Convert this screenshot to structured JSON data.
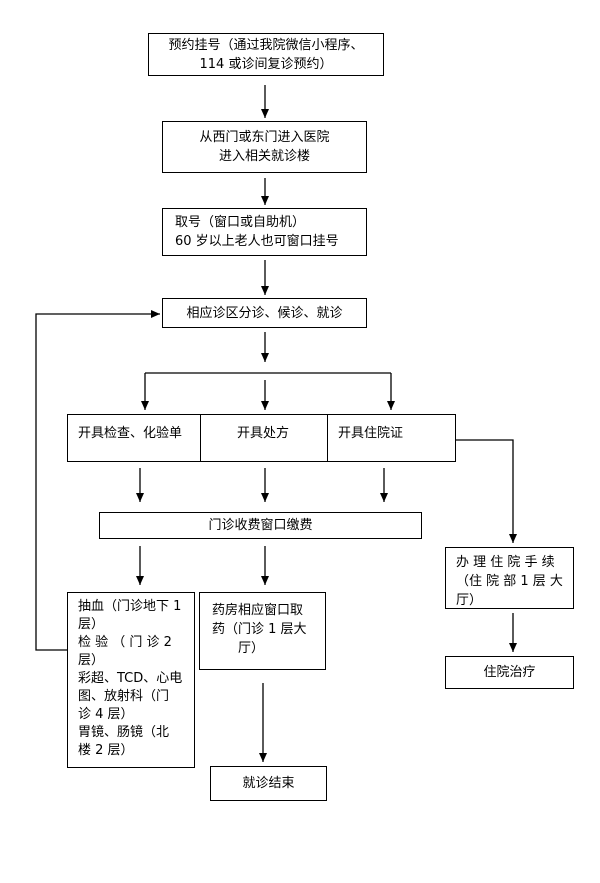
{
  "steps": {
    "appointment": [
      "预约挂号（通过我院微信小程序、",
      "114 或诊间复诊预约）"
    ],
    "enter": [
      "从西门或东门进入医院",
      "进入相关就诊楼"
    ],
    "ticket": [
      "取号（窗口或自助机）",
      "60 岁以上老人也可窗口挂号"
    ],
    "triage": "相应诊区分诊、候诊、就诊",
    "exam_order": "开具检查、化验单",
    "prescription": "开具处方",
    "admission_cert": "开具住院证",
    "payment": "门诊收费窗口缴费",
    "exams": [
      "抽血（门诊地下 1",
      "层）",
      "检 验 （ 门 诊 2",
      "层）",
      "彩超、TCD、心电",
      "图、放射科（门",
      "诊 4 层）",
      "胃镜、肠镜（北",
      "楼 2 层）"
    ],
    "pharmacy": [
      "药房相应窗口取",
      "药（门诊 1 层大",
      "厅）"
    ],
    "end": "就诊结束",
    "admission_proc": [
      "办 理 住 院 手 续",
      "（住 院 部 1 层 大",
      "厅）"
    ],
    "inpatient": "住院治疗"
  }
}
